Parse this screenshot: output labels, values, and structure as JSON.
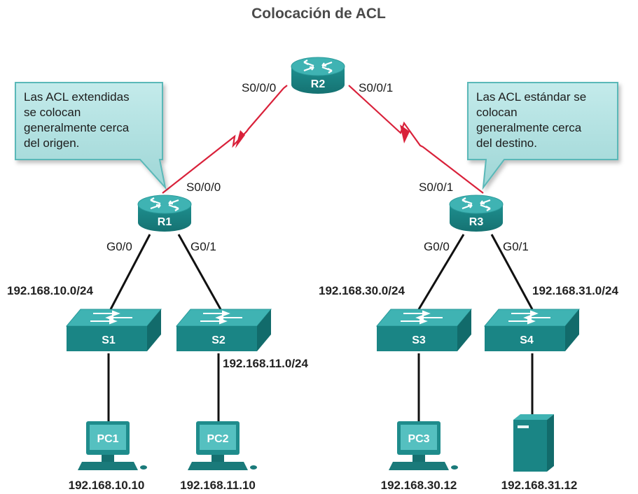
{
  "title": "Colocación de ACL",
  "callouts": {
    "left": [
      "Las ACL extendidas",
      "se colocan",
      "generalmente cerca",
      "del origen."
    ],
    "right": [
      "Las ACL estándar se",
      "colocan",
      "generalmente cerca",
      "del destino."
    ]
  },
  "routers": {
    "r1": "R1",
    "r2": "R2",
    "r3": "R3"
  },
  "switches": {
    "s1": "S1",
    "s2": "S2",
    "s3": "S3",
    "s4": "S4"
  },
  "pcs": {
    "pc1": "PC1",
    "pc2": "PC2",
    "pc3": "PC3"
  },
  "ports": {
    "r2_left": "S0/0/0",
    "r2_right": "S0/0/1",
    "r1_serial": "S0/0/0",
    "r3_serial": "S0/0/1",
    "r1_g00": "G0/0",
    "r1_g01": "G0/1",
    "r3_g00": "G0/0",
    "r3_g01": "G0/1"
  },
  "networks": {
    "net10": "192.168.10.0/24",
    "net11": "192.168.11.0/24",
    "net30": "192.168.30.0/24",
    "net31": "192.168.31.0/24"
  },
  "hosts": {
    "pc1": "192.168.10.10",
    "pc2": "192.168.11.10",
    "pc3": "192.168.30.12",
    "server": "192.168.31.12"
  },
  "colors": {
    "device": "#1f8c8c",
    "device_top": "#3fb3b3",
    "serial_link": "#d9213a",
    "callout_fill": "#a8dcdc",
    "callout_border": "#4bb0b0"
  }
}
